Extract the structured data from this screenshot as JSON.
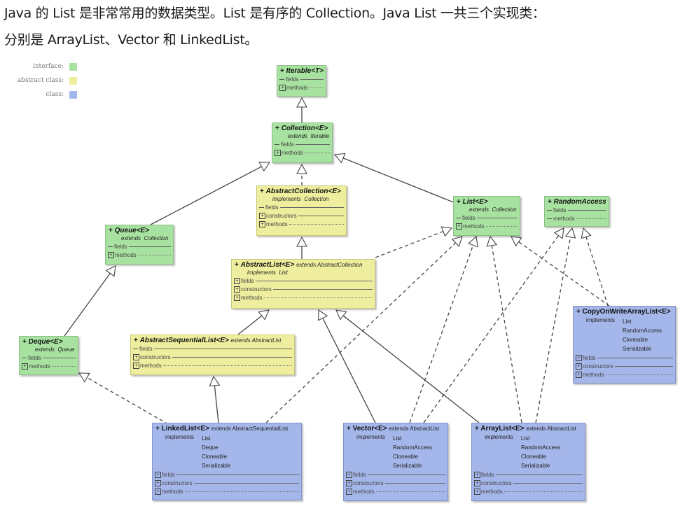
{
  "intro": {
    "line1": "Java 的 List 是非常常用的数据类型。List 是有序的 Collection。Java List 一共三个实现类：",
    "line2": "分别是 ArrayList、Vector 和 LinkedList。"
  },
  "legend": [
    {
      "label": "interface:",
      "color": "#a8e2a0"
    },
    {
      "label": "abstract class:",
      "color": "#eeee9e"
    },
    {
      "label": "class:",
      "color": "#a5b7ea"
    }
  ],
  "colors": {
    "interface": "#a8e2a0",
    "abstract": "#eeee9e",
    "class": "#a5b7ea",
    "line": "#444444"
  },
  "sections": {
    "fields": "fields",
    "constructors": "constructors",
    "methods": "methods",
    "plus": "+",
    "expand": "+"
  },
  "nodes": {
    "iterable": {
      "name": "Iterable<T>",
      "kind": "interface"
    },
    "collection": {
      "name": "Collection<E>",
      "kind": "interface",
      "sub_kw": "extends",
      "sub_val": "Iterable"
    },
    "abstract_collection": {
      "name": "AbstractCollection<E>",
      "kind": "abstract",
      "sub_kw": "implements",
      "sub_val": "Collection"
    },
    "list": {
      "name": "List<E>",
      "kind": "interface",
      "sub_kw": "extends",
      "sub_val": "Collection"
    },
    "random_access": {
      "name": "RandomAccess",
      "kind": "interface"
    },
    "queue": {
      "name": "Queue<E>",
      "kind": "interface",
      "sub_kw": "extends",
      "sub_val": "Collection"
    },
    "abstract_list": {
      "name": "AbstractList<E>",
      "kind": "abstract",
      "ext": "extends AbstractCollection",
      "sub_kw": "implements",
      "sub_val": "List"
    },
    "copy_on_write": {
      "name": "CopyOnWriteArrayList<E>",
      "kind": "class",
      "impl_kw": "implements",
      "impl": [
        "List",
        "RandomAccess",
        "Cloneable",
        "Serializable"
      ]
    },
    "deque": {
      "name": "Deque<E>",
      "kind": "interface",
      "sub_kw": "extends",
      "sub_val": "Queue"
    },
    "abstract_sequential_list": {
      "name": "AbstractSequentialList<E>",
      "kind": "abstract",
      "ext": "extends AbstractList"
    },
    "linked_list": {
      "name": "LinkedList<E>",
      "kind": "class",
      "ext": "extends AbstractSequentialList",
      "impl_kw": "implements",
      "impl": [
        "List",
        "Deque",
        "Cloneable",
        "Serializable"
      ]
    },
    "vector": {
      "name": "Vector<E>",
      "kind": "class",
      "ext": "extends AbstractList",
      "impl_kw": "implements",
      "impl": [
        "List",
        "RandomAccess",
        "Cloneable",
        "Serializable"
      ]
    },
    "array_list": {
      "name": "ArrayList<E>",
      "kind": "class",
      "ext": "extends AbstractList",
      "impl_kw": "implements",
      "impl": [
        "List",
        "RandomAccess",
        "Cloneable",
        "Serializable"
      ]
    }
  },
  "edges": [
    {
      "from": "collection",
      "to": "iterable",
      "type": "extends"
    },
    {
      "from": "abstract_collection",
      "to": "collection",
      "type": "implements"
    },
    {
      "from": "list",
      "to": "collection",
      "type": "extends"
    },
    {
      "from": "queue",
      "to": "collection",
      "type": "extends"
    },
    {
      "from": "abstract_list",
      "to": "abstract_collection",
      "type": "extends"
    },
    {
      "from": "abstract_list",
      "to": "list",
      "type": "implements"
    },
    {
      "from": "deque",
      "to": "queue",
      "type": "extends"
    },
    {
      "from": "abstract_sequential_list",
      "to": "abstract_list",
      "type": "extends"
    },
    {
      "from": "linked_list",
      "to": "abstract_sequential_list",
      "type": "extends"
    },
    {
      "from": "linked_list",
      "to": "deque",
      "type": "implements"
    },
    {
      "from": "linked_list",
      "to": "list",
      "type": "implements"
    },
    {
      "from": "vector",
      "to": "abstract_list",
      "type": "extends"
    },
    {
      "from": "vector",
      "to": "list",
      "type": "implements"
    },
    {
      "from": "vector",
      "to": "random_access",
      "type": "implements"
    },
    {
      "from": "array_list",
      "to": "abstract_list",
      "type": "extends"
    },
    {
      "from": "array_list",
      "to": "list",
      "type": "implements"
    },
    {
      "from": "array_list",
      "to": "random_access",
      "type": "implements"
    },
    {
      "from": "copy_on_write",
      "to": "list",
      "type": "implements"
    },
    {
      "from": "copy_on_write",
      "to": "random_access",
      "type": "implements"
    }
  ]
}
